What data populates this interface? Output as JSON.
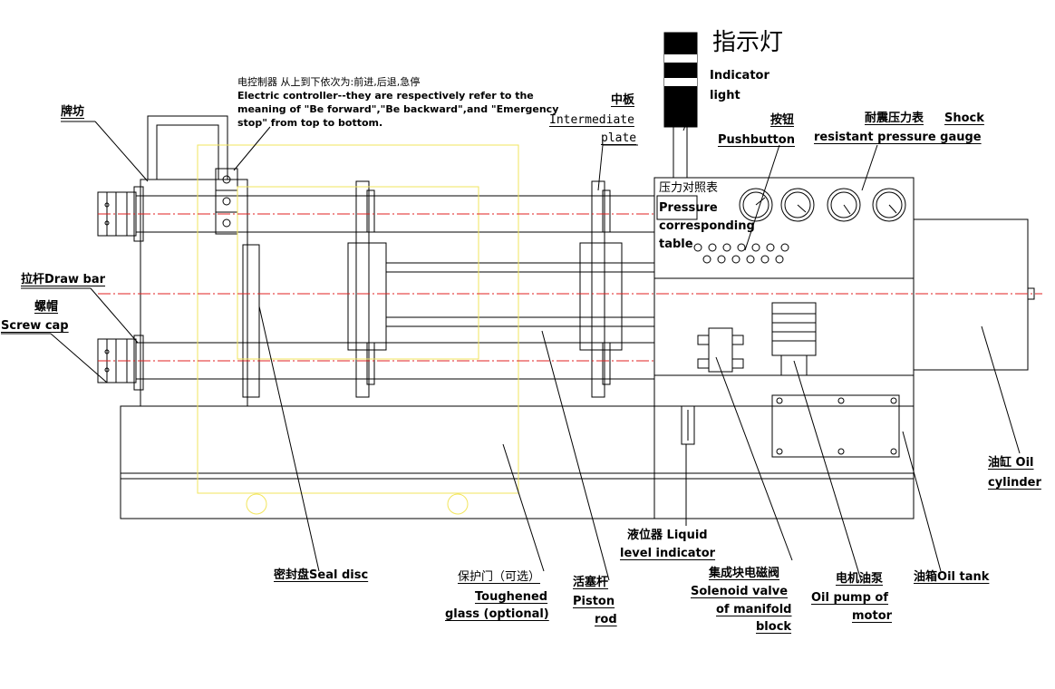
{
  "colors": {
    "line": "#000000",
    "centerline": "#e02020",
    "door": "#f2e55c"
  },
  "labels": {
    "paifang": "牌坊",
    "controller_cn": "电控制器 从上到下依次为:前进,后退,急停",
    "controller_en_1": "Electric controller--they are respectively refer to the",
    "controller_en_2": "meaning of \"Be forward\",\"Be backward\",and \"Emergency",
    "controller_en_3": "stop\" from top to bottom.",
    "indicator_cn": "指示灯",
    "indicator_en_1": "Indicator",
    "indicator_en_2": "light",
    "intermediate_cn": "中板",
    "intermediate_en_1": "Intermediate",
    "intermediate_en_2": "plate",
    "pushbutton_cn": "按钮",
    "pushbutton_en": "Pushbutton",
    "gauge_cn": "耐震压力表",
    "gauge_en_1": "Shock",
    "gauge_en_2": "resistant pressure gauge",
    "table_cn": "压力对照表",
    "table_en_1": "Pressure",
    "table_en_2": "corresponding",
    "table_en_3": "table",
    "drawbar_cn": "拉杆",
    "drawbar_en": "Draw bar",
    "screwcap_cn": "螺帽",
    "screwcap_en": "Screw cap",
    "cylinder_cn": "油缸",
    "cylinder_en_1": "Oil",
    "cylinder_en_2": "cylinder",
    "level_cn": "液位器",
    "level_en_1": "Liquid",
    "level_en_2": "level indicator",
    "seal_cn": "密封盘",
    "seal_en": "Seal disc",
    "door_cn": "保护门（可选）",
    "door_en_1": "Toughened",
    "door_en_2": "glass (optional)",
    "piston_cn": "活塞杆",
    "piston_en_1": "Piston",
    "piston_en_2": "rod",
    "solenoid_cn": "集成块电磁阀",
    "solenoid_en_1": "Solenoid valve",
    "solenoid_en_2": "of manifold",
    "solenoid_en_3": "block",
    "pump_cn": "电机油泵",
    "pump_en_1": "Oil pump of",
    "pump_en_2": "motor",
    "tank_cn": "油箱",
    "tank_en": "Oil tank"
  }
}
